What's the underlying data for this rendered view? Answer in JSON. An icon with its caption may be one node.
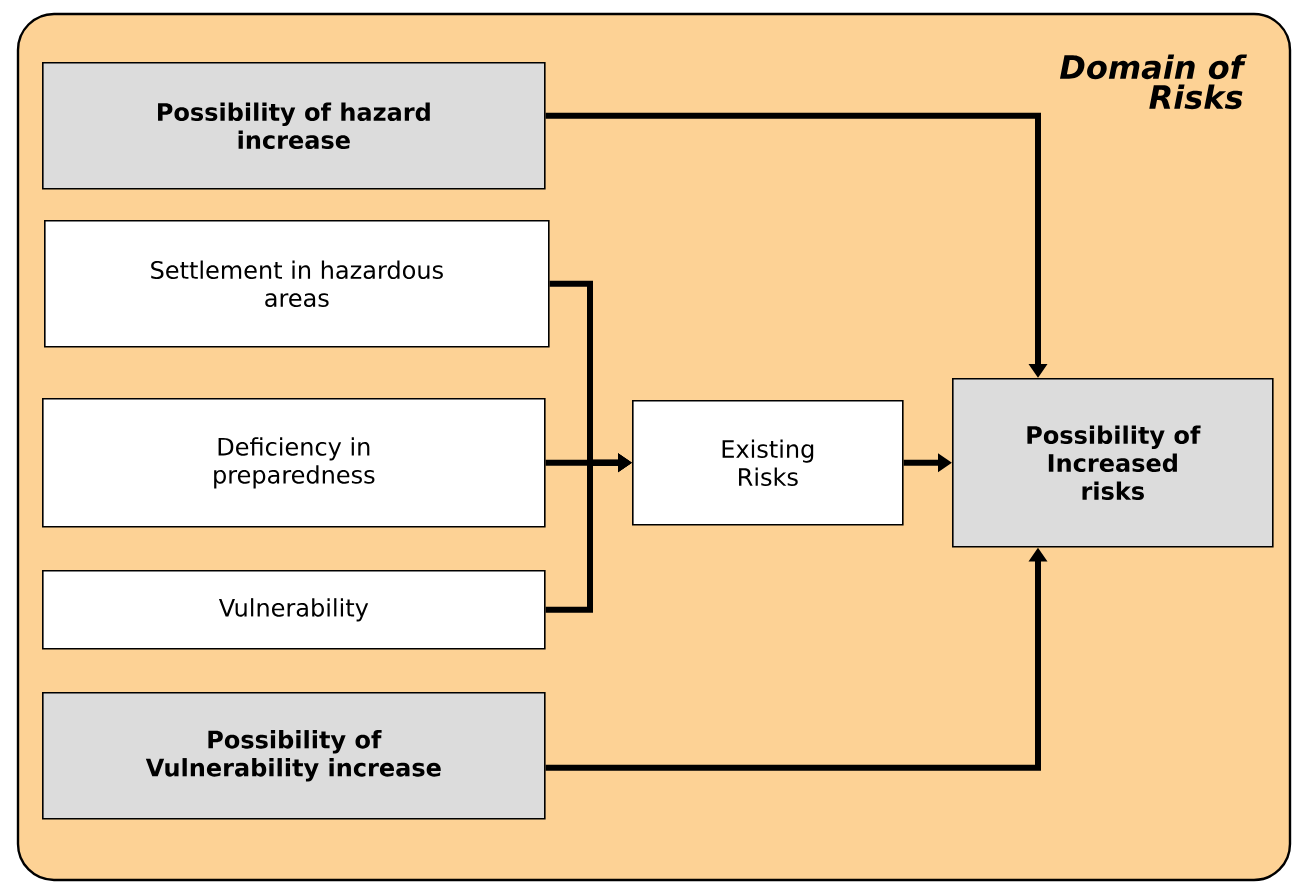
{
  "diagram": {
    "nodes": [
      {
        "text": [
          "Domain of Risks"
        ]
      },
      {
        "text": [
          "Possibility of hazard increase"
        ],
        "in": 0
      },
      {
        "text": [
          "Settlement in hazardous areas"
        ],
        "in": 0
      },
      {
        "text": [
          "Deficiency in preparedness"
        ],
        "in": 0
      },
      {
        "text": [
          "Vulnerability"
        ],
        "in": 0
      },
      {
        "text": [
          "Possibility of Vulnerability increase"
        ],
        "in": 0
      },
      {
        "text": [
          "Existing Risks"
        ],
        "in": 0
      },
      {
        "text": [
          "Possibility of Increased risks"
        ],
        "in": 0
      }
    ],
    "edges": [
      {
        "from": 1,
        "to": 7,
        "arrow": "to"
      },
      {
        "from": 2,
        "to": 6,
        "arrow": "to"
      },
      {
        "from": 3,
        "to": 6,
        "arrow": "to"
      },
      {
        "from": 4,
        "to": 6,
        "arrow": "to"
      },
      {
        "from": 6,
        "to": 7,
        "arrow": "to"
      },
      {
        "from": 5,
        "to": 7,
        "arrow": "to"
      }
    ]
  }
}
